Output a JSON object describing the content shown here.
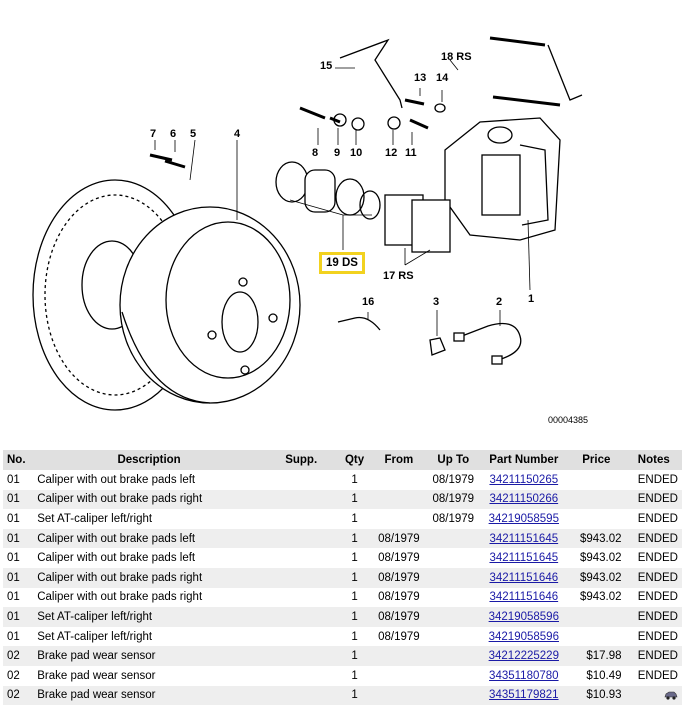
{
  "diagram": {
    "drawing_id": "00004385",
    "callouts": {
      "c1": "1",
      "c2": "2",
      "c3": "3",
      "c4": "4",
      "c5": "5",
      "c6": "6",
      "c7": "7",
      "c8": "8",
      "c9": "9",
      "c10": "10",
      "c11": "11",
      "c12": "12",
      "c13": "13",
      "c14": "14",
      "c15": "15",
      "c16": "16",
      "c17": "17 RS",
      "c18": "18 RS",
      "c19": "19 DS"
    },
    "highlight_color": "#f2d21f"
  },
  "table": {
    "headers": {
      "no": "No.",
      "desc": "Description",
      "supp": "Supp.",
      "qty": "Qty",
      "from": "From",
      "upto": "Up To",
      "pn": "Part Number",
      "price": "Price",
      "notes": "Notes"
    },
    "rows": [
      {
        "no": "01",
        "desc": "Caliper with out brake pads left",
        "supp": "",
        "qty": "1",
        "from": "",
        "upto": "08/1979",
        "pn": "34211150265",
        "price": "",
        "notes": "ENDED"
      },
      {
        "no": "01",
        "desc": "Caliper with out brake pads right",
        "supp": "",
        "qty": "1",
        "from": "",
        "upto": "08/1979",
        "pn": "34211150266",
        "price": "",
        "notes": "ENDED"
      },
      {
        "no": "01",
        "desc": "Set AT-caliper left/right",
        "supp": "",
        "qty": "1",
        "from": "",
        "upto": "08/1979",
        "pn": "34219058595",
        "price": "",
        "notes": "ENDED"
      },
      {
        "no": "01",
        "desc": "Caliper with out brake pads left",
        "supp": "",
        "qty": "1",
        "from": "08/1979",
        "upto": "",
        "pn": "34211151645",
        "price": "$943.02",
        "notes": "ENDED"
      },
      {
        "no": "01",
        "desc": "Caliper with out brake pads left",
        "supp": "",
        "qty": "1",
        "from": "08/1979",
        "upto": "",
        "pn": "34211151645",
        "price": "$943.02",
        "notes": "ENDED"
      },
      {
        "no": "01",
        "desc": "Caliper with out brake pads right",
        "supp": "",
        "qty": "1",
        "from": "08/1979",
        "upto": "",
        "pn": "34211151646",
        "price": "$943.02",
        "notes": "ENDED"
      },
      {
        "no": "01",
        "desc": "Caliper with out brake pads right",
        "supp": "",
        "qty": "1",
        "from": "08/1979",
        "upto": "",
        "pn": "34211151646",
        "price": "$943.02",
        "notes": "ENDED"
      },
      {
        "no": "01",
        "desc": "Set AT-caliper left/right",
        "supp": "",
        "qty": "1",
        "from": "08/1979",
        "upto": "",
        "pn": "34219058596",
        "price": "",
        "notes": "ENDED"
      },
      {
        "no": "01",
        "desc": "Set AT-caliper left/right",
        "supp": "",
        "qty": "1",
        "from": "08/1979",
        "upto": "",
        "pn": "34219058596",
        "price": "",
        "notes": "ENDED"
      },
      {
        "no": "02",
        "desc": "Brake pad wear sensor",
        "supp": "",
        "qty": "1",
        "from": "",
        "upto": "",
        "pn": "34212225229",
        "price": "$17.98",
        "notes": "ENDED"
      },
      {
        "no": "02",
        "desc": "Brake pad wear sensor",
        "supp": "",
        "qty": "1",
        "from": "",
        "upto": "",
        "pn": "34351180780",
        "price": "$10.49",
        "notes": "ENDED"
      },
      {
        "no": "02",
        "desc": "Brake pad wear sensor",
        "supp": "",
        "qty": "1",
        "from": "",
        "upto": "",
        "pn": "34351179821",
        "price": "$10.93",
        "notes": "car-icon"
      }
    ]
  }
}
